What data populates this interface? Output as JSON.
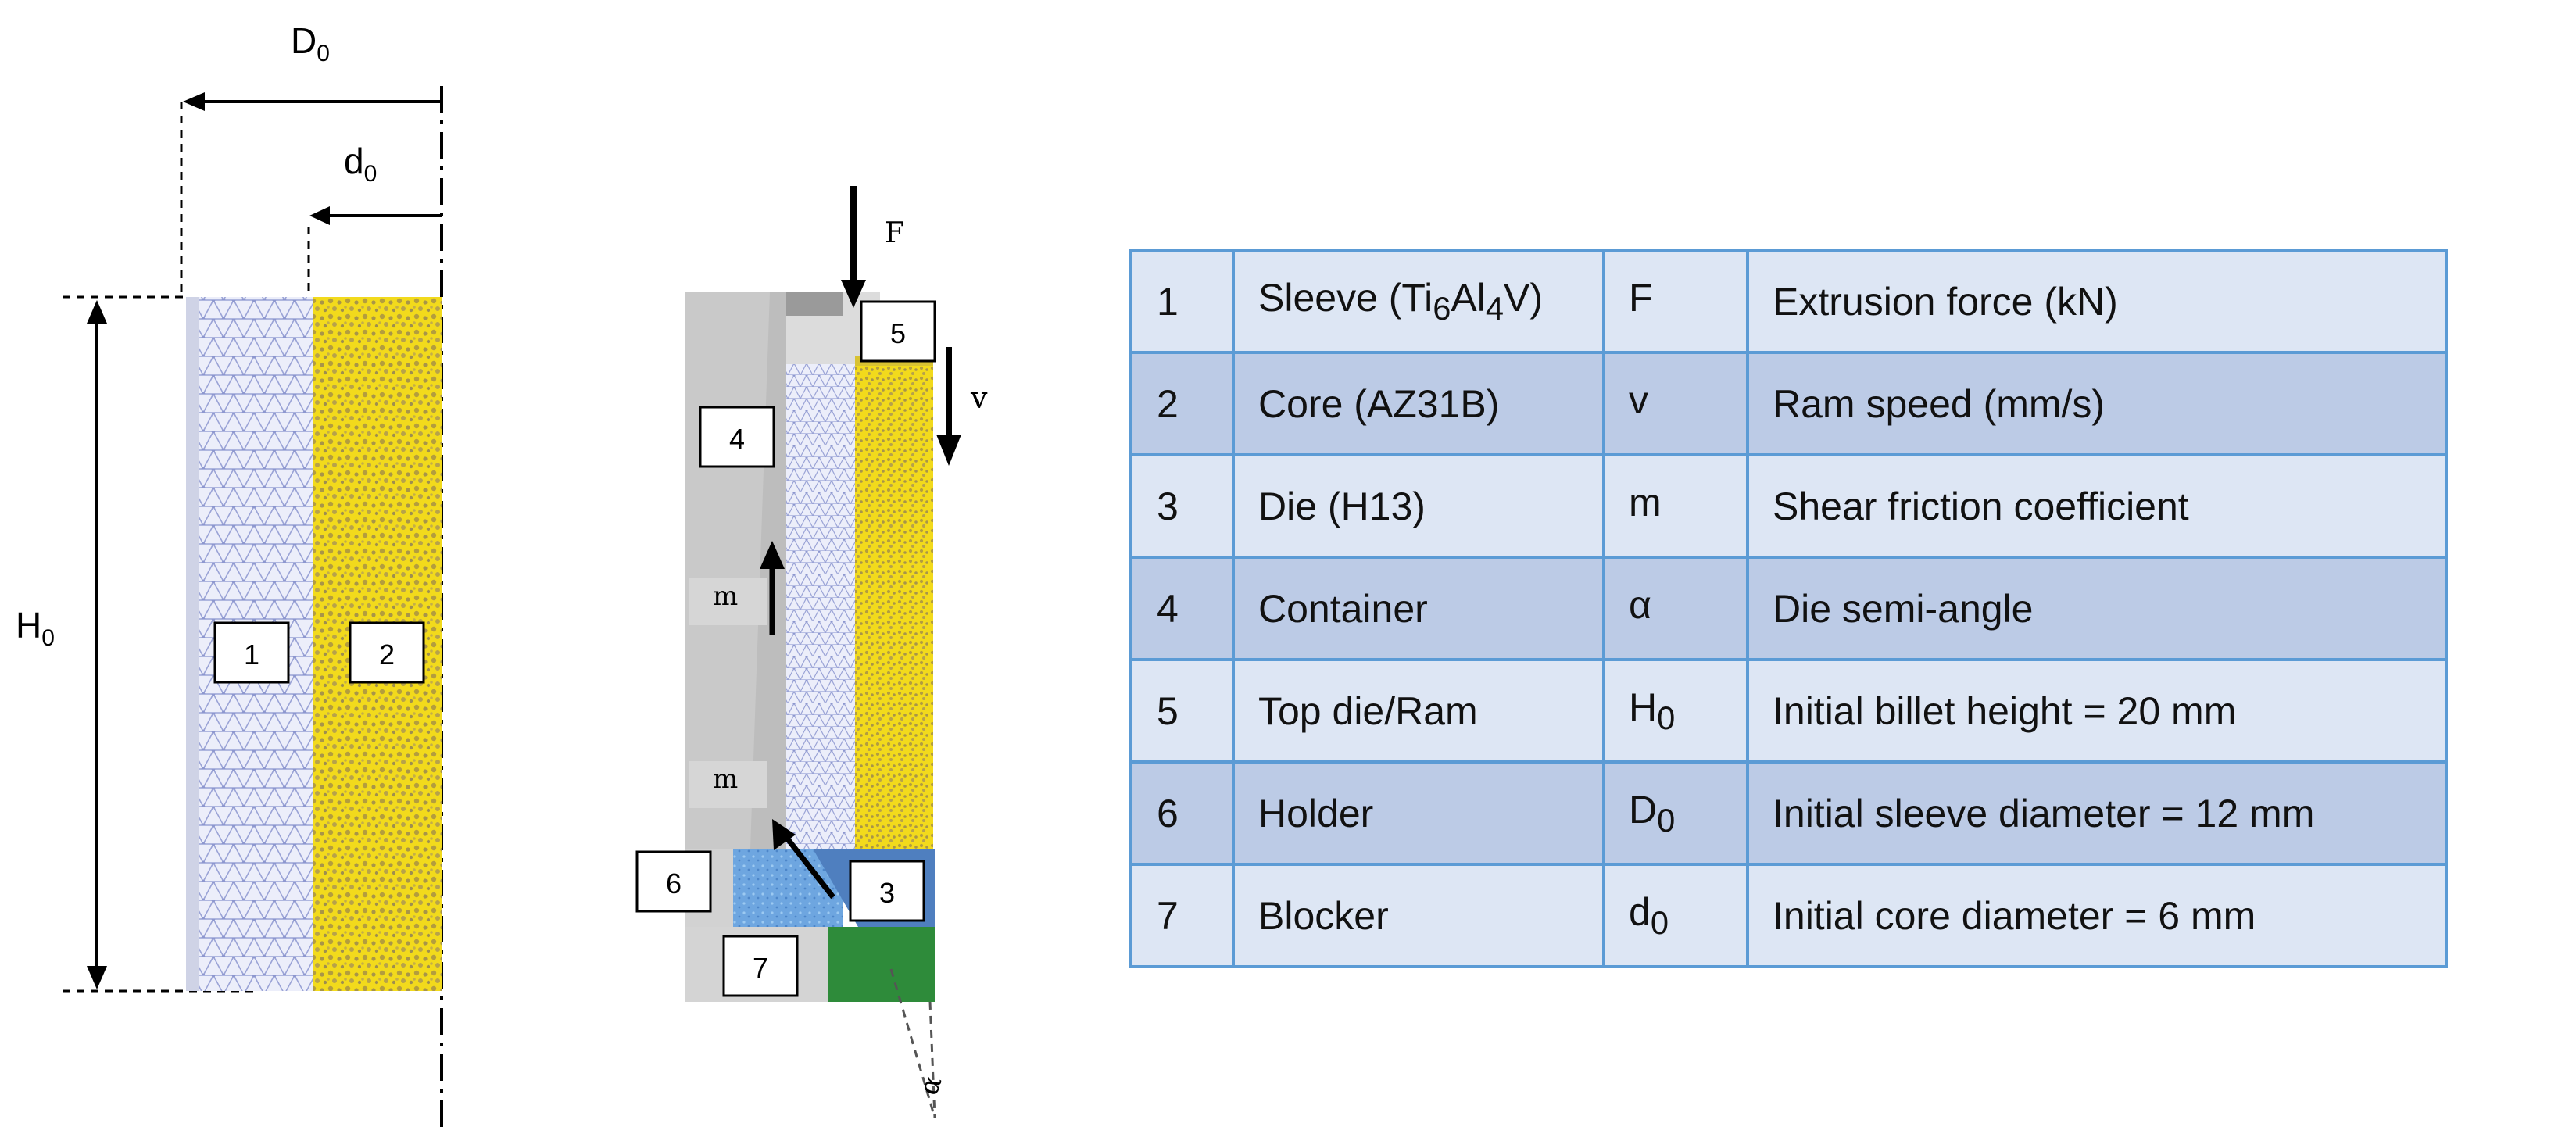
{
  "labels": {
    "D0": {
      "base": "D",
      "sub": "0"
    },
    "d0": {
      "base": "d",
      "sub": "0"
    },
    "H0": {
      "base": "H",
      "sub": "0"
    },
    "F": "F",
    "v": "v",
    "m_upper": "m",
    "m_lower": "m",
    "alpha": "α"
  },
  "billet_parts": [
    "1",
    "2"
  ],
  "assembly_parts": [
    "4",
    "5",
    "6",
    "3",
    "7"
  ],
  "legend": {
    "rows": [
      {
        "num": "1",
        "component": {
          "text": "Sleeve (Ti",
          "sub1": "6",
          "mid": "Al",
          "sub2": "4",
          "end": "V)"
        },
        "symbol": {
          "base": "F",
          "sub": ""
        },
        "description": "Extrusion force (kN)"
      },
      {
        "num": "2",
        "component": {
          "text": "Core (AZ31B)"
        },
        "symbol": {
          "base": "v",
          "sub": ""
        },
        "description": "Ram speed (mm/s)"
      },
      {
        "num": "3",
        "component": {
          "text": "Die (H13)"
        },
        "symbol": {
          "base": "m",
          "sub": ""
        },
        "description": "Shear friction coefficient"
      },
      {
        "num": "4",
        "component": {
          "text": "Container"
        },
        "symbol": {
          "base": "α",
          "sub": ""
        },
        "description": "Die semi-angle"
      },
      {
        "num": "5",
        "component": {
          "text": "Top die/Ram"
        },
        "symbol": {
          "base": "H",
          "sub": "0"
        },
        "description": "Initial billet height = 20 mm"
      },
      {
        "num": "6",
        "component": {
          "text": "Holder"
        },
        "symbol": {
          "base": "D",
          "sub": "0"
        },
        "description": "Initial sleeve diameter = 12 mm"
      },
      {
        "num": "7",
        "component": {
          "text": "Blocker"
        },
        "symbol": {
          "base": "d",
          "sub": "0"
        },
        "description": "Initial core diameter = 6 mm"
      }
    ]
  },
  "colors": {
    "sleeve": "#eceefa",
    "core": "#f2da1c",
    "die": "#4f7fbf",
    "holder": "#6ea6e0",
    "blocker": "#2e8b3a",
    "container": "#c8c8c8",
    "table_border": "#5b9bd5",
    "row_light": "#dde6f4",
    "row_dark": "#bccbe6"
  }
}
